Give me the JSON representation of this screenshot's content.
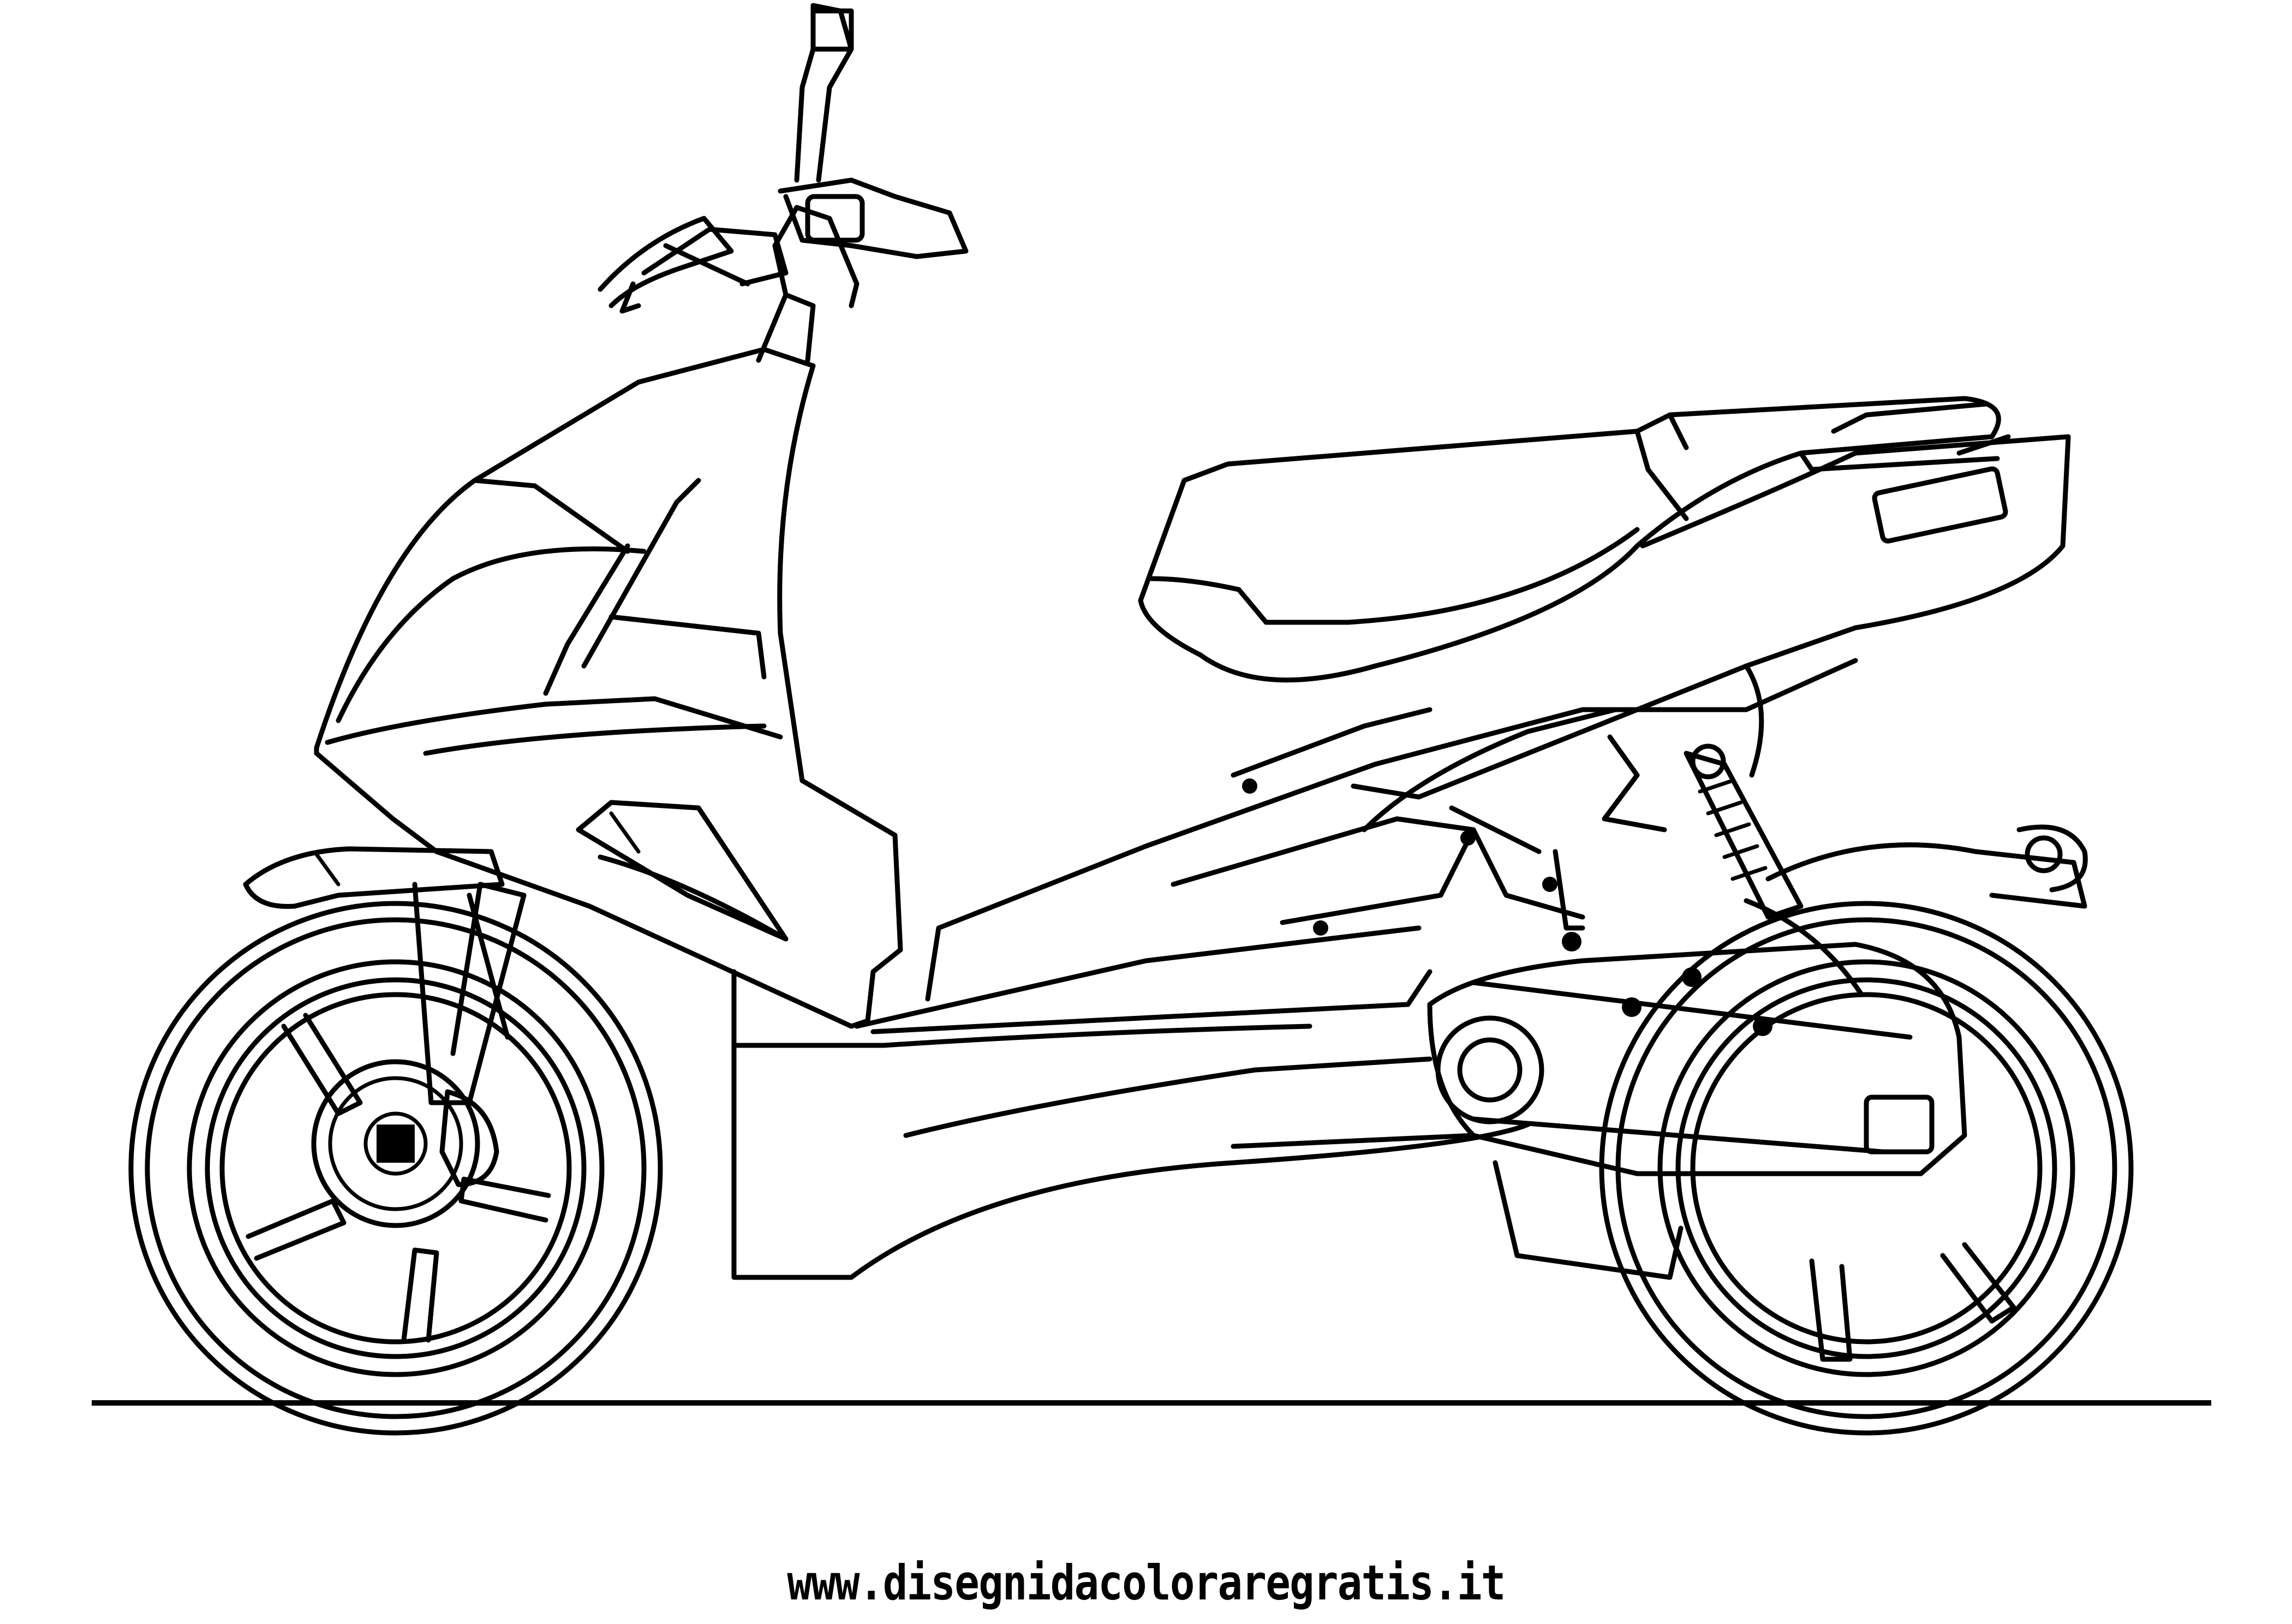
{
  "page": {
    "type": "coloring-page",
    "subject": "scooter line drawing (side view, facing left)",
    "background_color": "#ffffff",
    "line_color": "#000000"
  },
  "illustration": {
    "parts": [
      {
        "name": "front-wheel",
        "label": "Front wheel with disc brake"
      },
      {
        "name": "rear-wheel",
        "label": "Rear wheel"
      },
      {
        "name": "handlebar",
        "label": "Handlebar with mirror"
      },
      {
        "name": "front-fairing",
        "label": "Front fairing / shield"
      },
      {
        "name": "seat",
        "label": "Seat"
      },
      {
        "name": "tail",
        "label": "Tail section"
      },
      {
        "name": "rear-shock",
        "label": "Rear shock absorber"
      },
      {
        "name": "engine-swingarm",
        "label": "Engine / swingarm"
      },
      {
        "name": "floorboard",
        "label": "Floorboard"
      },
      {
        "name": "ground-line",
        "label": "Ground line"
      }
    ]
  },
  "watermark": {
    "text": "www.disegnidacoloraregratis.it"
  }
}
